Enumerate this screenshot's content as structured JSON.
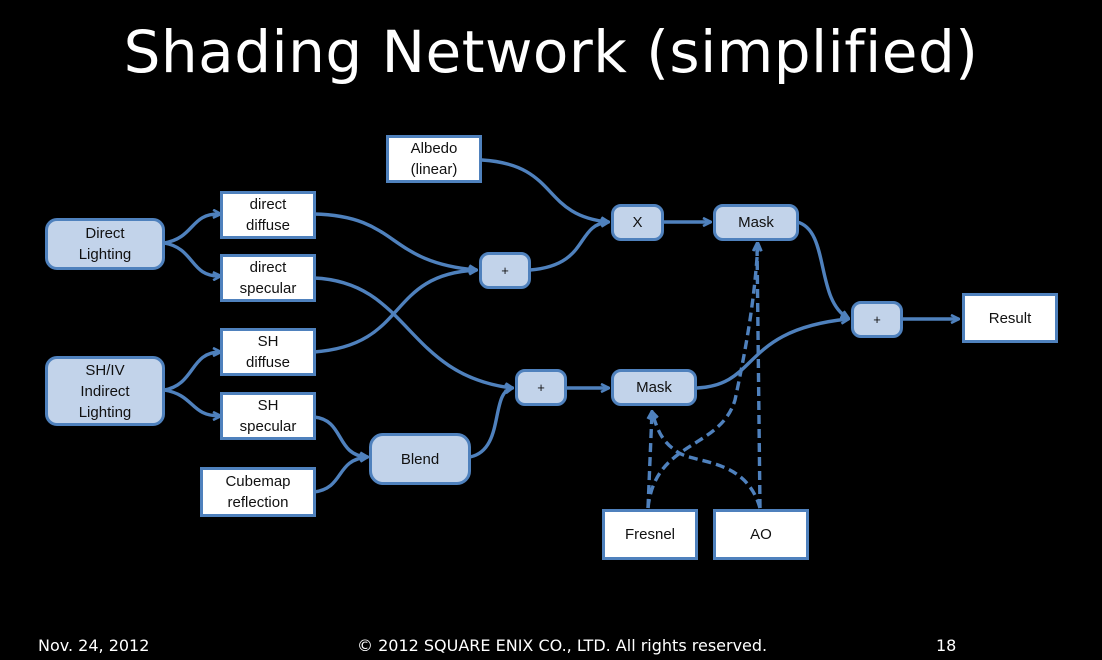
{
  "title": "Shading Network (simplified)",
  "colors": {
    "background": "#000000",
    "accent": "#4f81bd",
    "op_fill": "#c2d3ea",
    "input_fill": "#ffffff"
  },
  "nodes": {
    "direct_lighting": "Direct\nLighting",
    "shiv_lighting": "SH/IV\nIndirect\nLighting",
    "direct_diffuse": "direct\ndiffuse",
    "direct_specular": "direct\nspecular",
    "sh_diffuse": "SH\ndiffuse",
    "sh_specular": "SH\nspecular",
    "cubemap_reflection": "Cubemap\nreflection",
    "albedo": "Albedo\n(linear)",
    "add_diffuse": "+",
    "multiply": "X",
    "mask_diffuse": "Mask",
    "add_specular": "+",
    "mask_specular": "Mask",
    "blend": "Blend",
    "add_result": "+",
    "result": "Result",
    "fresnel": "Fresnel",
    "ao": "AO"
  },
  "edges": [
    {
      "from": "direct_lighting",
      "to": "direct_diffuse",
      "style": "solid"
    },
    {
      "from": "direct_lighting",
      "to": "direct_specular",
      "style": "solid"
    },
    {
      "from": "shiv_lighting",
      "to": "sh_diffuse",
      "style": "solid"
    },
    {
      "from": "shiv_lighting",
      "to": "sh_specular",
      "style": "solid"
    },
    {
      "from": "direct_diffuse",
      "to": "add_diffuse",
      "style": "solid"
    },
    {
      "from": "sh_diffuse",
      "to": "add_diffuse",
      "style": "solid"
    },
    {
      "from": "albedo",
      "to": "multiply",
      "style": "solid"
    },
    {
      "from": "add_diffuse",
      "to": "multiply",
      "style": "solid"
    },
    {
      "from": "multiply",
      "to": "mask_diffuse",
      "style": "solid"
    },
    {
      "from": "direct_specular",
      "to": "add_specular",
      "style": "solid"
    },
    {
      "from": "sh_specular",
      "to": "blend",
      "style": "solid"
    },
    {
      "from": "cubemap_reflection",
      "to": "blend",
      "style": "solid"
    },
    {
      "from": "blend",
      "to": "add_specular",
      "style": "solid"
    },
    {
      "from": "add_specular",
      "to": "mask_specular",
      "style": "solid"
    },
    {
      "from": "mask_diffuse",
      "to": "add_result",
      "style": "solid"
    },
    {
      "from": "mask_specular",
      "to": "add_result",
      "style": "solid"
    },
    {
      "from": "add_result",
      "to": "result",
      "style": "solid"
    },
    {
      "from": "fresnel",
      "to": "mask_specular",
      "style": "dashed"
    },
    {
      "from": "fresnel",
      "to": "mask_diffuse",
      "style": "dashed"
    },
    {
      "from": "ao",
      "to": "mask_specular",
      "style": "dashed"
    },
    {
      "from": "ao",
      "to": "mask_diffuse",
      "style": "dashed"
    }
  ],
  "footer": {
    "date": "Nov. 24, 2012",
    "copyright": "© 2012 SQUARE ENIX CO., LTD. All rights reserved.",
    "page": "18"
  }
}
